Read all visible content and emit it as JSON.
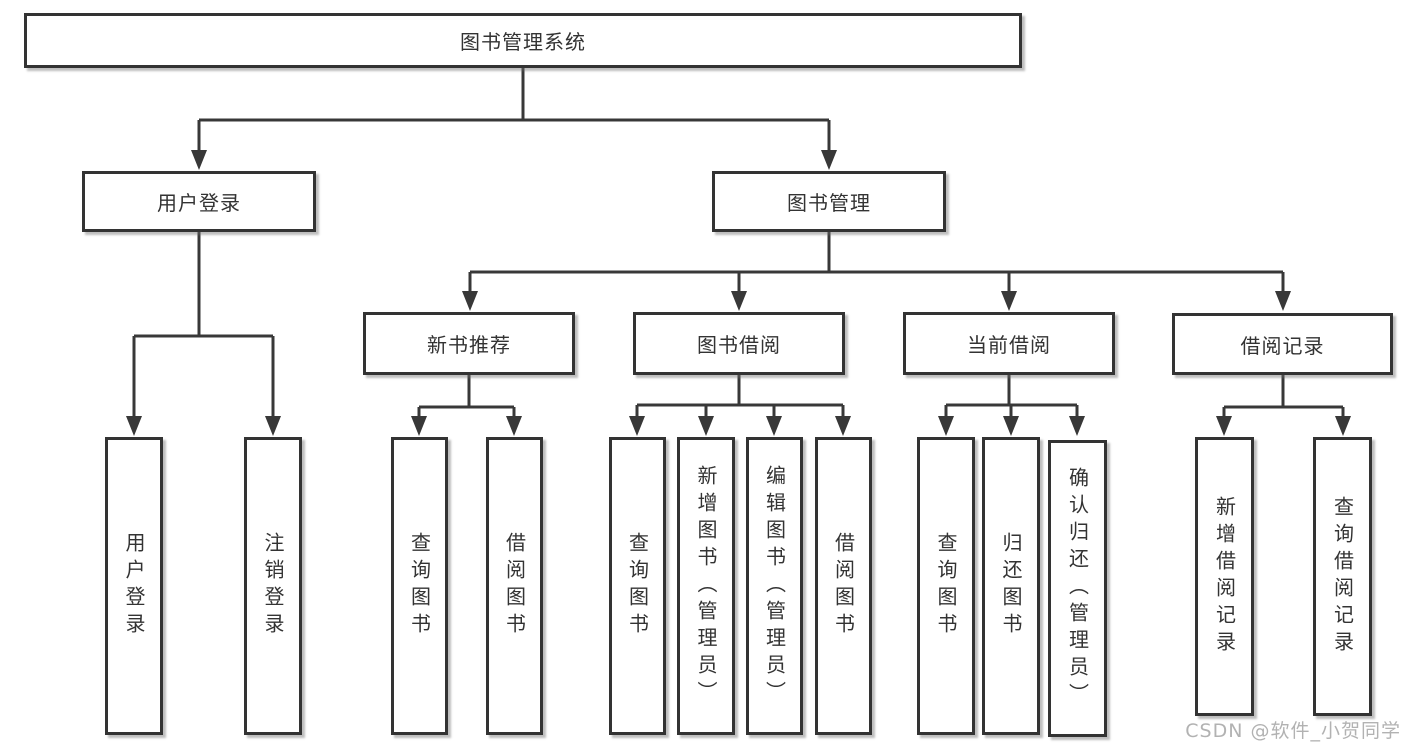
{
  "diagram": {
    "root": {
      "label": "图书管理系统"
    },
    "branches": [
      {
        "label": "用户登录",
        "children": [
          {
            "label": "用户登录"
          },
          {
            "label": "注销登录"
          }
        ]
      },
      {
        "label": "图书管理",
        "children": [
          {
            "label": "新书推荐",
            "children": [
              {
                "label": "查询图书"
              },
              {
                "label": "借阅图书"
              }
            ]
          },
          {
            "label": "图书借阅",
            "children": [
              {
                "label": "查询图书"
              },
              {
                "label": "新增图书（管理员）"
              },
              {
                "label": "编辑图书（管理员）"
              },
              {
                "label": "借阅图书"
              }
            ]
          },
          {
            "label": "当前借阅",
            "children": [
              {
                "label": "查询图书"
              },
              {
                "label": "归还图书"
              },
              {
                "label": "确认归还（管理员）"
              }
            ]
          },
          {
            "label": "借阅记录",
            "children": [
              {
                "label": "新增借阅记录"
              },
              {
                "label": "查询借阅记录"
              }
            ]
          }
        ]
      }
    ]
  },
  "watermark": "CSDN @软件_小贺同学",
  "colors": {
    "line": "#383838",
    "box_border": "#333333",
    "box_fill": "#ffffff",
    "text": "#333333",
    "watermark": "#b2b2b2",
    "background": "#ffffff"
  }
}
